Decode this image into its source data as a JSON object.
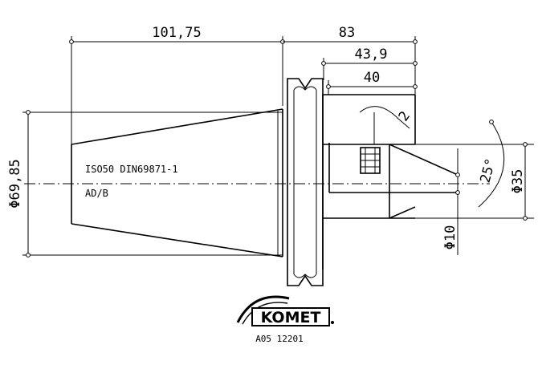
{
  "dimensions": {
    "length_front": "101,75",
    "length_rear": "83",
    "length_mid": "43,9",
    "length_short": "40",
    "diameter_flange": "Φ69,85",
    "diameter_bore": "Φ35",
    "diameter_small": "Φ10",
    "angle_taper": "25°",
    "angle_thread": "2"
  },
  "labels": {
    "standard": "ISO50 DIN69871-1",
    "form": "AD/B"
  },
  "logo": {
    "brand": "KOMET",
    "article_number": "A05 12201"
  }
}
